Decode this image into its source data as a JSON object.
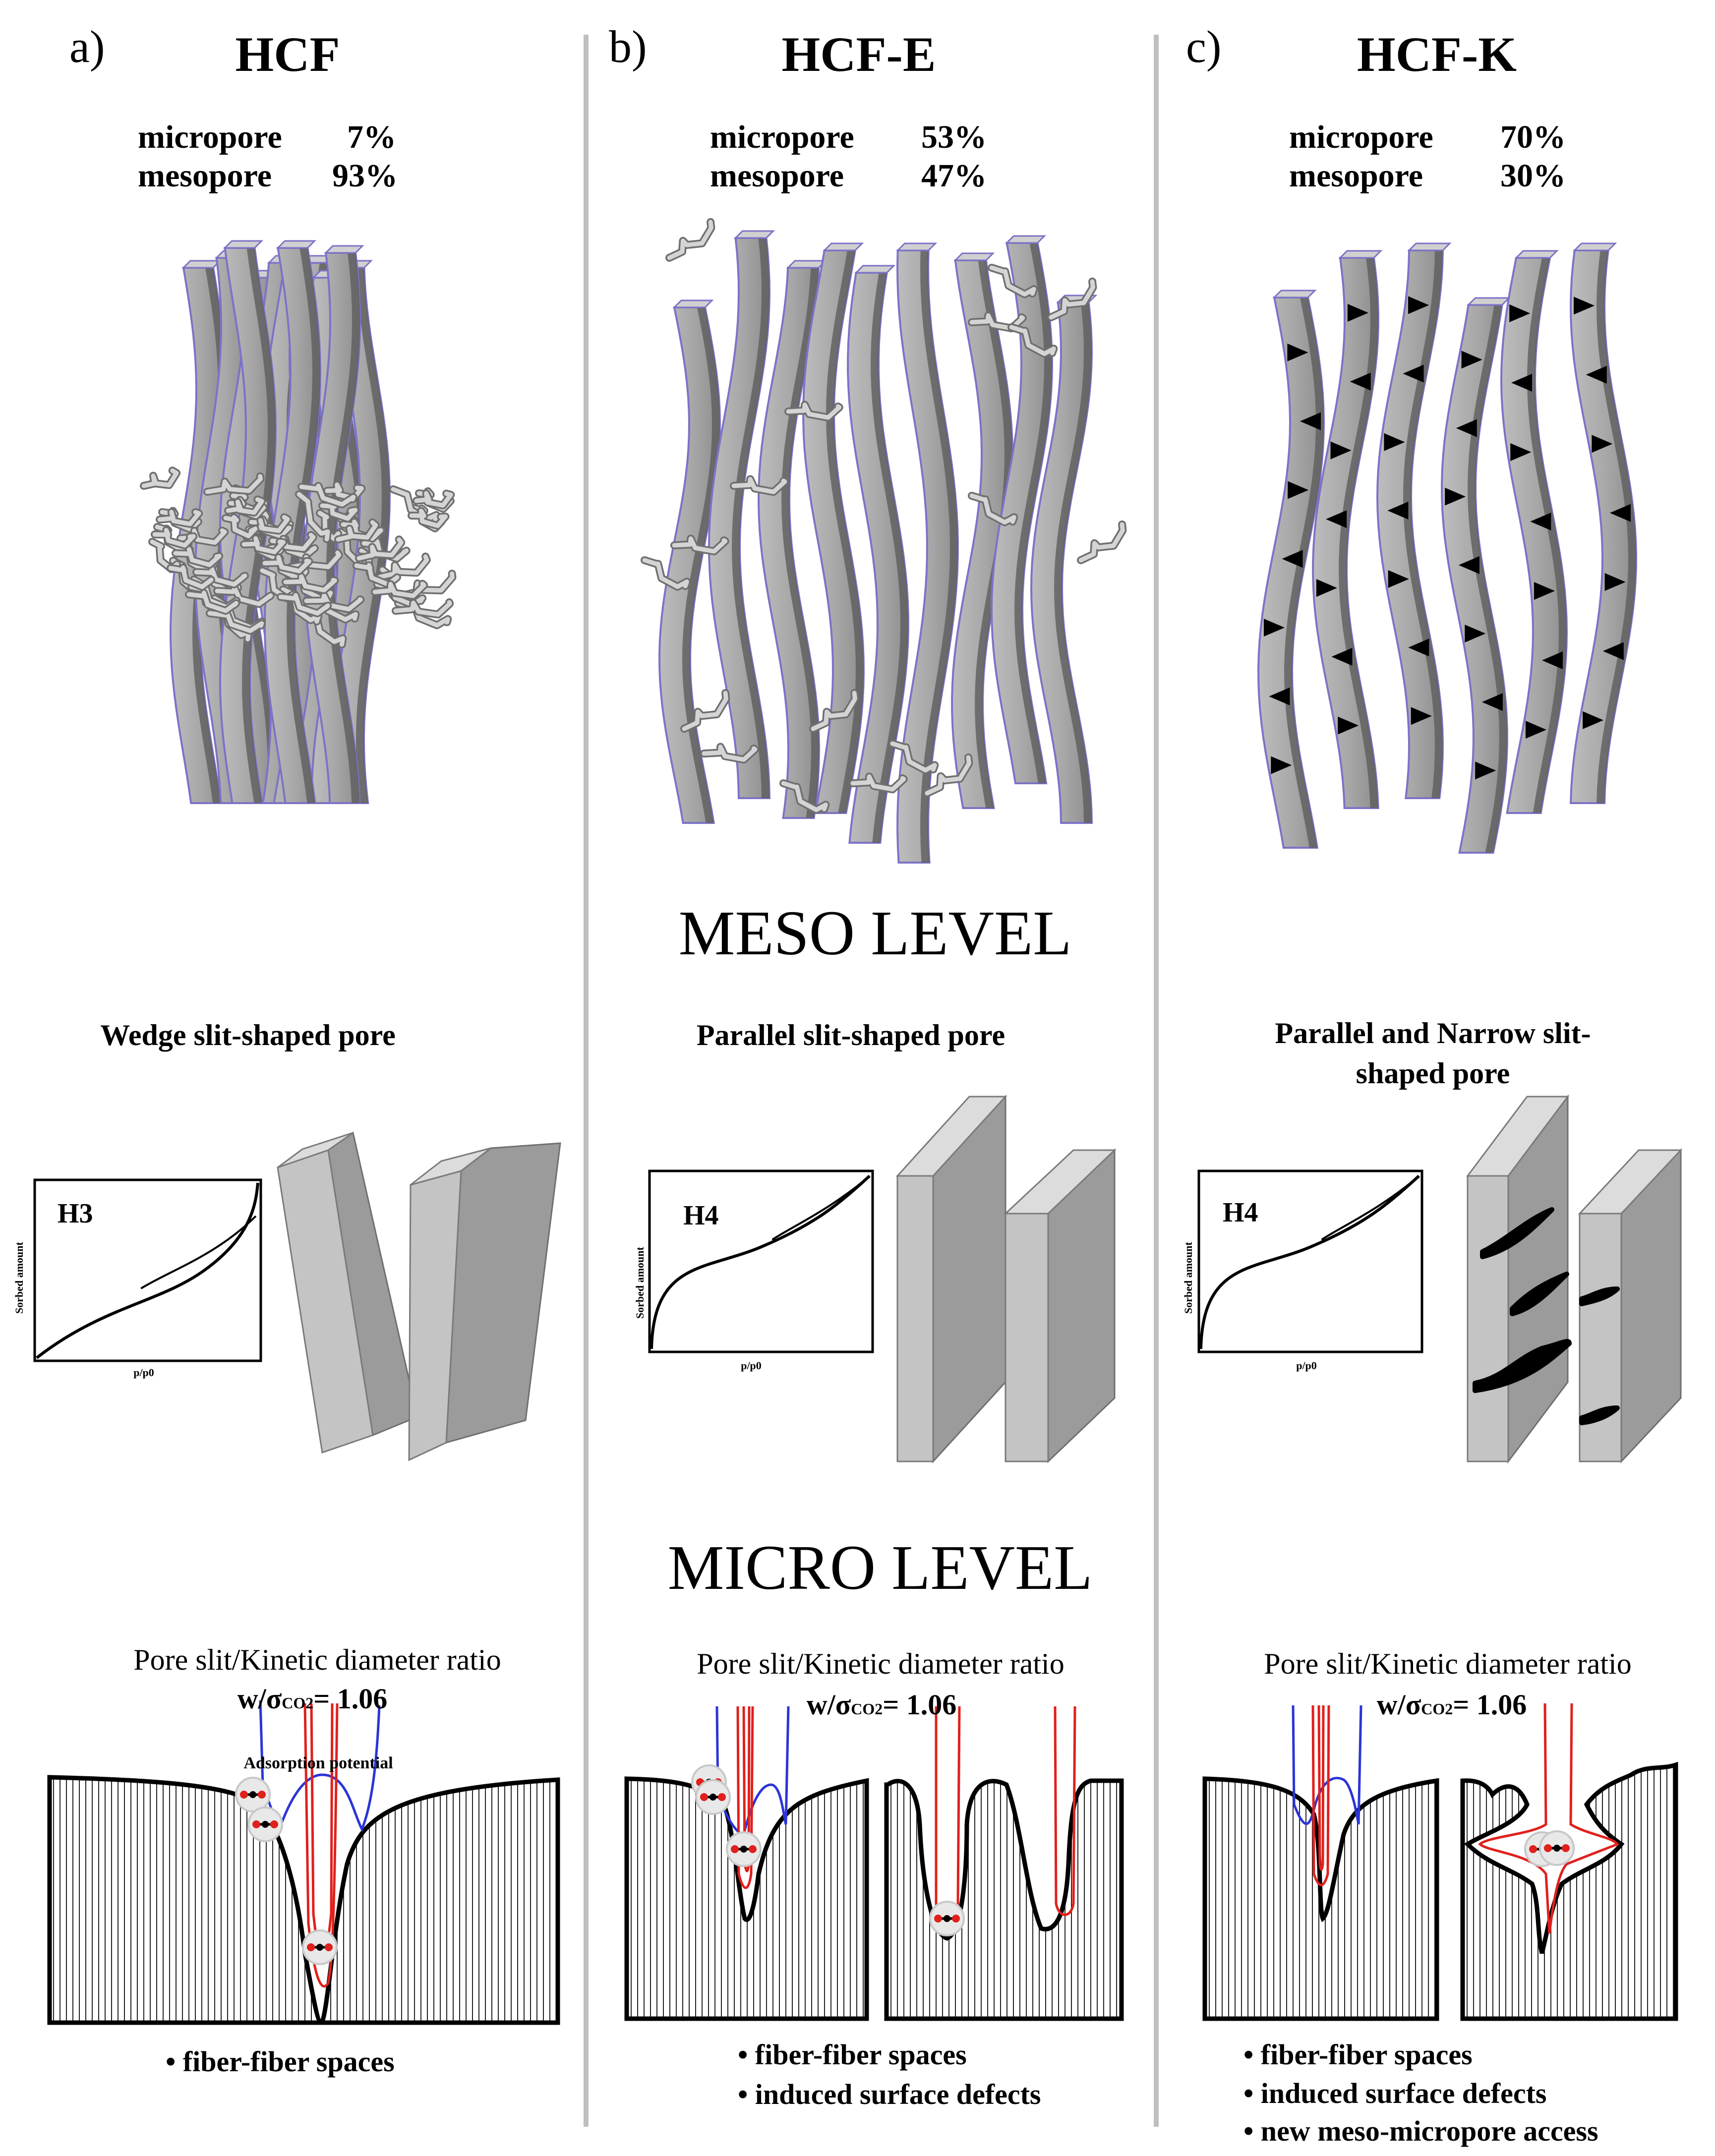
{
  "panels": [
    {
      "letter": "a)",
      "title": "HCF",
      "micropore_label": "micropore",
      "micropore_value": "7%",
      "mesopore_label": "mesopore",
      "mesopore_value": "93%",
      "pore_shape": "Wedge  slit-shaped pore",
      "hysteresis": "H3",
      "ratio_label": "Pore slit/Kinetic diameter ratio",
      "ratio_w": "w/σ",
      "ratio_sub": "CO2",
      "ratio_value": "= 1.06",
      "adsorption_label": "Adsorption potential",
      "bullets": [
        "• fiber-fiber spaces"
      ]
    },
    {
      "letter": "b)",
      "title": "HCF-E",
      "micropore_label": "micropore",
      "micropore_value": "53%",
      "mesopore_label": "mesopore",
      "mesopore_value": "47%",
      "pore_shape": "Parallel slit-shaped pore",
      "hysteresis": "H4",
      "ratio_label": "Pore slit/Kinetic diameter ratio",
      "ratio_w": "w/σ",
      "ratio_sub": "CO2",
      "ratio_value": "= 1.06",
      "bullets": [
        "• fiber-fiber spaces",
        "• induced surface defects"
      ]
    },
    {
      "letter": "c)",
      "title": "HCF-K",
      "micropore_label": "micropore",
      "micropore_value": "70%",
      "mesopore_label": "mesopore",
      "mesopore_value": "30%",
      "pore_shape": "Parallel and Narrow slit-shaped pore",
      "hysteresis": "H4",
      "ratio_label": "Pore slit/Kinetic diameter ratio",
      "ratio_w": "w/σ",
      "ratio_sub": "CO2",
      "ratio_value": "= 1.06",
      "bullets": [
        "• fiber-fiber spaces",
        "• induced surface defects",
        "• new meso-micropore access"
      ]
    }
  ],
  "meso_level": "MESO LEVEL",
  "micro_level": "MICRO LEVEL",
  "axis_y": "Sorbed amount",
  "axis_x": "p/p0",
  "colors": {
    "fiber": "#a7a7a7",
    "fiber_dark": "#5e5e5e",
    "fiber_edge": "#7b73c7",
    "divider": "#bfbfbf",
    "adsorption_outer": "#2b35d6",
    "adsorption_inner": "#e0201c"
  }
}
